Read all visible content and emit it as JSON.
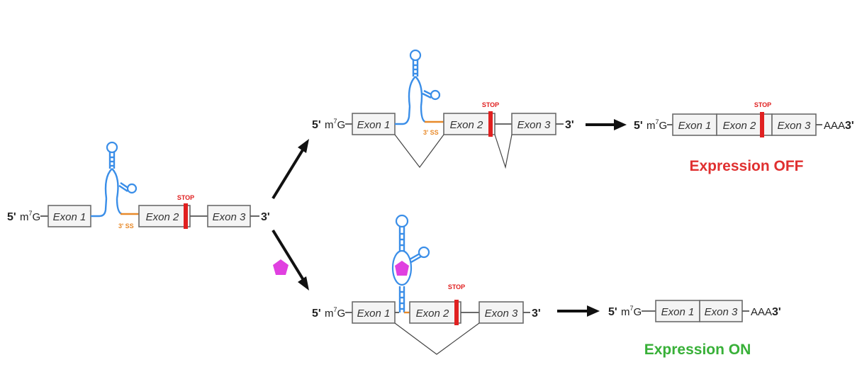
{
  "labels": {
    "five_prime": "5'",
    "cap": "m7G",
    "cap_base": "m",
    "cap_sup": "7",
    "cap_tail": "G",
    "three_prime": "3'",
    "poly_a": "AAA",
    "exon1": "Exon 1",
    "exon2": "Exon 2",
    "exon3": "Exon 3",
    "stop": "STOP",
    "splice_site": "3' SS"
  },
  "outcomes": {
    "off": "Expression OFF",
    "on": "Expression ON"
  },
  "colors": {
    "stop": "#e02020",
    "splice_site": "#e88a2a",
    "aptamer": "#3a8ee8",
    "ligand": "#e040e0",
    "expression_off": "#e03030",
    "expression_on": "#38b038"
  }
}
